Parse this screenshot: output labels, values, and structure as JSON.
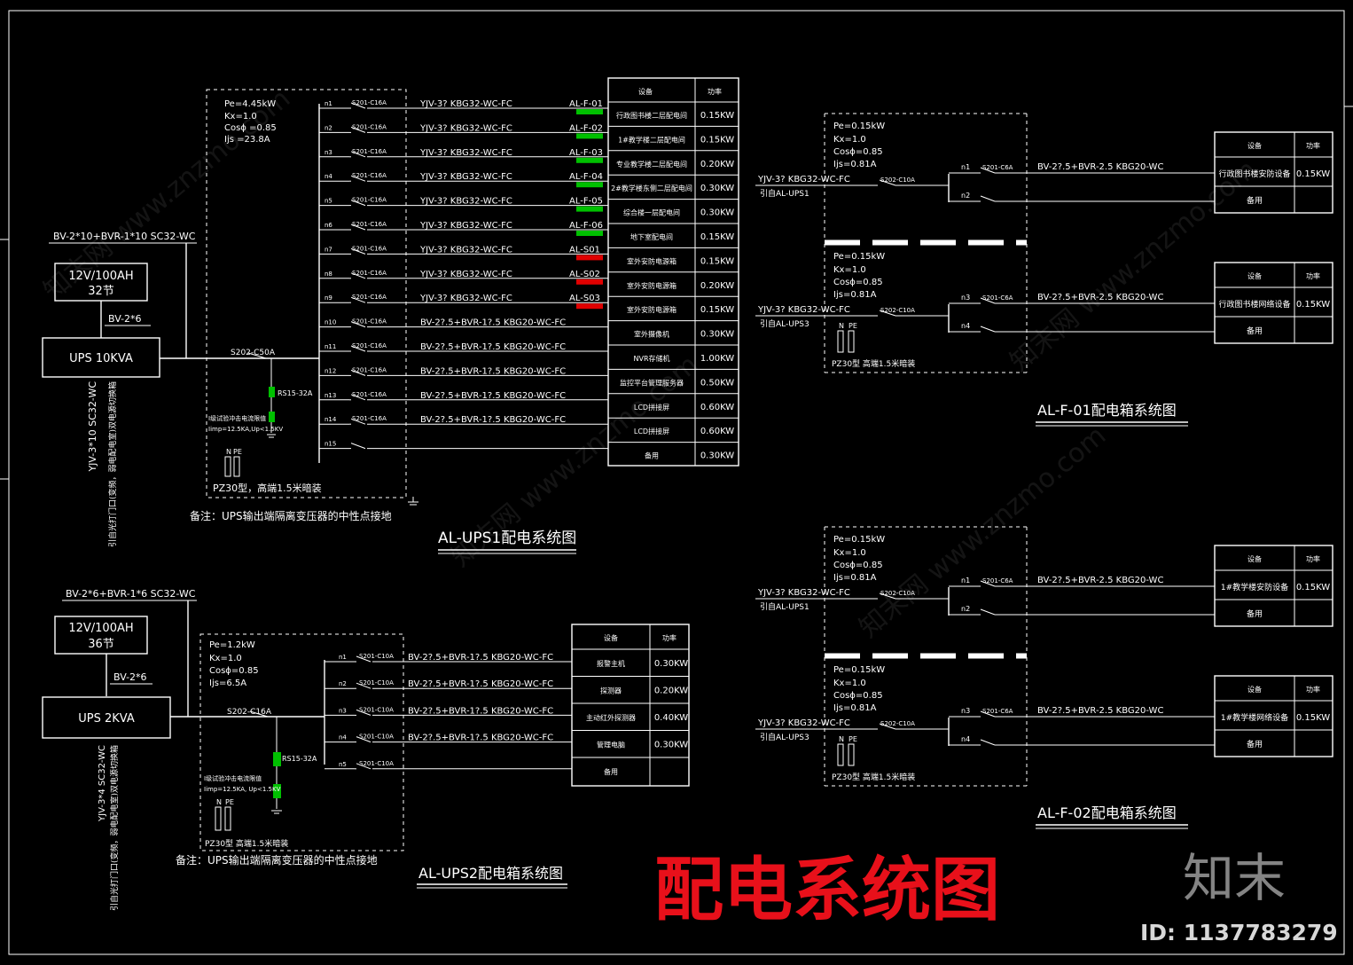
{
  "main_title": "配电系统图",
  "brand_logo": "知末",
  "id_label": "ID: 1137783279",
  "ups1": {
    "title": "AL-UPS1配电系统图",
    "battery": "12V/100AH",
    "battery_count": "32节",
    "bat_cable": "BV-2*6",
    "ups_label": "UPS 10KVA",
    "in_cable": "BV-2*10+BVR-1*10 SC32-WC",
    "vert_cable": "YJV-3*10   SC32-WC",
    "vert_note": "引自光打门口(变频，弱电配电室)双电源切换箱",
    "pe": "Pe=4.45kW",
    "kx": "Kx=1.0",
    "cos": "Cosϕ =0.85",
    "ijs": "Ijs =23.8A",
    "main_breaker": "S202-C50A",
    "spd": "RS15-32A",
    "spd_note1": "I级试验冲击电流限值",
    "spd_note2": "Iimp=12.5KA,Up<1.5KV",
    "npe_n": "N",
    "npe_pe": "PE",
    "box": "PZ30型，高端1.5米暗装",
    "remark": "备注：UPS输出端隔离变压器的中性点接地",
    "table_head": [
      "设备",
      "功率"
    ],
    "circuits": [
      {
        "n": "n1",
        "br": "S201-C16A",
        "cable": "YJV-3? KBG32-WC-FC",
        "dest": "AL-F-01",
        "mark": "g",
        "dev": "行政图书楼二层配电间",
        "p": "0.15KW"
      },
      {
        "n": "n2",
        "br": "S201-C16A",
        "cable": "YJV-3? KBG32-WC-FC",
        "dest": "AL-F-02",
        "mark": "g",
        "dev": "1#教学楼二层配电间",
        "p": "0.15KW"
      },
      {
        "n": "n3",
        "br": "S201-C16A",
        "cable": "YJV-3? KBG32-WC-FC",
        "dest": "AL-F-03",
        "mark": "g",
        "dev": "专业教学楼二层配电间",
        "p": "0.20KW"
      },
      {
        "n": "n4",
        "br": "S201-C16A",
        "cable": "YJV-3? KBG32-WC-FC",
        "dest": "AL-F-04",
        "mark": "g",
        "dev": "2#教学楼东侧二层配电间",
        "p": "0.30KW"
      },
      {
        "n": "n5",
        "br": "S201-C16A",
        "cable": "YJV-3? KBG32-WC-FC",
        "dest": "AL-F-05",
        "mark": "g",
        "dev": "综合楼一层配电间",
        "p": "0.30KW"
      },
      {
        "n": "n6",
        "br": "S201-C16A",
        "cable": "YJV-3? KBG32-WC-FC",
        "dest": "AL-F-06",
        "mark": "g",
        "dev": "地下室配电间",
        "p": "0.15KW"
      },
      {
        "n": "n7",
        "br": "S201-C16A",
        "cable": "YJV-3? KBG32-WC-FC",
        "dest": "AL-S01",
        "mark": "r",
        "dev": "室外安防电源箱",
        "p": "0.15KW"
      },
      {
        "n": "n8",
        "br": "S201-C16A",
        "cable": "YJV-3? KBG32-WC-FC",
        "dest": "AL-S02",
        "mark": "r",
        "dev": "室外安防电源箱",
        "p": "0.20KW"
      },
      {
        "n": "n9",
        "br": "S201-C16A",
        "cable": "YJV-3? KBG32-WC-FC",
        "dest": "AL-S03",
        "mark": "r",
        "dev": "室外安防电源箱",
        "p": "0.15KW"
      },
      {
        "n": "n10",
        "br": "S201-C16A",
        "cable": "BV-2?.5+BVR-1?.5 KBG20-WC-FC",
        "dest": "",
        "mark": "",
        "dev": "室外摄像机",
        "p": "0.30KW"
      },
      {
        "n": "n11",
        "br": "S201-C16A",
        "cable": "BV-2?.5+BVR-1?.5 KBG20-WC-FC",
        "dest": "",
        "mark": "",
        "dev": "NVR存储机",
        "p": "1.00KW"
      },
      {
        "n": "n12",
        "br": "S201-C16A",
        "cable": "BV-2?.5+BVR-1?.5 KBG20-WC-FC",
        "dest": "",
        "mark": "",
        "dev": "监控平台管理服务器",
        "p": "0.50KW"
      },
      {
        "n": "n13",
        "br": "S201-C16A",
        "cable": "BV-2?.5+BVR-1?.5 KBG20-WC-FC",
        "dest": "",
        "mark": "",
        "dev": "LCD拼接屏",
        "p": "0.60KW"
      },
      {
        "n": "n14",
        "br": "S201-C16A",
        "cable": "BV-2?.5+BVR-1?.5 KBG20-WC-FC",
        "dest": "",
        "mark": "",
        "dev": "LCD拼接屏",
        "p": "0.60KW"
      },
      {
        "n": "n15",
        "br": "",
        "cable": "",
        "dest": "",
        "mark": "",
        "dev": "备用",
        "p": "0.30KW"
      }
    ]
  },
  "ups2": {
    "title": "AL-UPS2配电箱系统图",
    "battery": "12V/100AH",
    "battery_count": "36节",
    "bat_cable": "BV-2*6",
    "ups_label": "UPS 2KVA",
    "in_cable": "BV-2*6+BVR-1*6 SC32-WC",
    "vert_cable": "YJV-3*4  SC32-WC",
    "vert_note": "引自光打门口(变频，弱电配电室)双电源切换箱",
    "pe": "Pe=1.2kW",
    "kx": "Kx=1.0",
    "cos": "Cosϕ=0.85",
    "ijs": "Ijs=6.5A",
    "main_breaker": "S202-C16A",
    "spd": "RS15-32A",
    "spd_note1": "I级试验冲击电流限值",
    "spd_note2": "Iimp=12.5KA, Up<1.5KV",
    "npe_n": "N",
    "npe_pe": "PE",
    "box": "PZ30型 高端1.5米暗装",
    "remark": "备注：UPS输出端隔离变压器的中性点接地",
    "table_head": [
      "设备",
      "功率"
    ],
    "circuits": [
      {
        "n": "n1",
        "br": "S201-C10A",
        "cable": "BV-2?.5+BVR-1?.5 KBG20-WC-FC",
        "dev": "报警主机",
        "p": "0.30KW"
      },
      {
        "n": "n2",
        "br": "S201-C10A",
        "cable": "BV-2?.5+BVR-1?.5 KBG20-WC-FC",
        "dev": "探测器",
        "p": "0.20KW"
      },
      {
        "n": "n3",
        "br": "S201-C10A",
        "cable": "BV-2?.5+BVR-1?.5 KBG20-WC-FC",
        "dev": "主动红外探测器",
        "p": "0.40KW"
      },
      {
        "n": "n4",
        "br": "S201-C10A",
        "cable": "BV-2?.5+BVR-1?.5 KBG20-WC-FC",
        "dev": "管理电脑",
        "p": "0.30KW"
      },
      {
        "n": "n5",
        "br": "S201-C10A",
        "cable": "",
        "dev": "备用",
        "p": ""
      }
    ]
  },
  "alf01": {
    "title": "AL-F-01配电箱系统图",
    "boxes": [
      {
        "pe": "Pe=0.15kW",
        "kx": "Kx=1.0",
        "cos": "Cosϕ=0.85",
        "ijs": "Ijs=0.81A",
        "in_cable": "YJV-3? KBG32-WC-FC",
        "src": "引自AL-UPS1",
        "main_br": "S202-C10A",
        "c1": {
          "n": "n1",
          "br": "S201-C6A",
          "cable": "BV-2?.5+BVR-2.5 KBG20-WC"
        },
        "c2": {
          "n": "n2"
        },
        "table_head": [
          "设备",
          "功率"
        ],
        "dev": "行政图书楼安防设备",
        "p": "0.15KW",
        "spare": "备用",
        "npe_n": "",
        "npe_pe": "",
        "box": ""
      },
      {
        "pe": "Pe=0.15kW",
        "kx": "Kx=1.0",
        "cos": "Cosϕ=0.85",
        "ijs": "Ijs=0.81A",
        "in_cable": "YJV-3? KBG32-WC-FC",
        "src": "引自AL-UPS3",
        "main_br": "S202-C10A",
        "c1": {
          "n": "n3",
          "br": "S201-C6A",
          "cable": "BV-2?.5+BVR-2.5 KBG20-WC"
        },
        "c2": {
          "n": "n4"
        },
        "table_head": [
          "设备",
          "功率"
        ],
        "dev": "行政图书楼网络设备",
        "p": "0.15KW",
        "spare": "备用",
        "npe_n": "N",
        "npe_pe": "PE",
        "box": "PZ30型 高端1.5米暗装"
      }
    ]
  },
  "alf02": {
    "title": "AL-F-02配电箱系统图",
    "boxes": [
      {
        "pe": "Pe=0.15kW",
        "kx": "Kx=1.0",
        "cos": "Cosϕ=0.85",
        "ijs": "Ijs=0.81A",
        "in_cable": "YJV-3? KBG32-WC-FC",
        "src": "引自AL-UPS1",
        "main_br": "S202-C10A",
        "c1": {
          "n": "n1",
          "br": "S201-C6A",
          "cable": "BV-2?.5+BVR-2.5 KBG20-WC"
        },
        "c2": {
          "n": "n2"
        },
        "table_head": [
          "设备",
          "功率"
        ],
        "dev": "1#教学楼安防设备",
        "p": "0.15KW",
        "spare": "备用",
        "npe_n": "",
        "npe_pe": "",
        "box": ""
      },
      {
        "pe": "Pe=0.15kW",
        "kx": "Kx=1.0",
        "cos": "Cosϕ=0.85",
        "ijs": "Ijs=0.81A",
        "in_cable": "YJV-3? KBG32-WC-FC",
        "src": "引自AL-UPS3",
        "main_br": "S202-C10A",
        "c1": {
          "n": "n3",
          "br": "S201-C6A",
          "cable": "BV-2?.5+BVR-2.5 KBG20-WC"
        },
        "c2": {
          "n": "n4"
        },
        "table_head": [
          "设备",
          "功率"
        ],
        "dev": "1#教学楼网络设备",
        "p": "0.15KW",
        "spare": "备用",
        "npe_n": "N",
        "npe_pe": "PE",
        "box": "PZ30型 高端1.5米暗装"
      }
    ]
  },
  "colors": {
    "background": "#000000",
    "line": "#ffffff",
    "title_red": "#e8101a",
    "green_mark": "#00c000",
    "red_mark": "#e00000"
  }
}
